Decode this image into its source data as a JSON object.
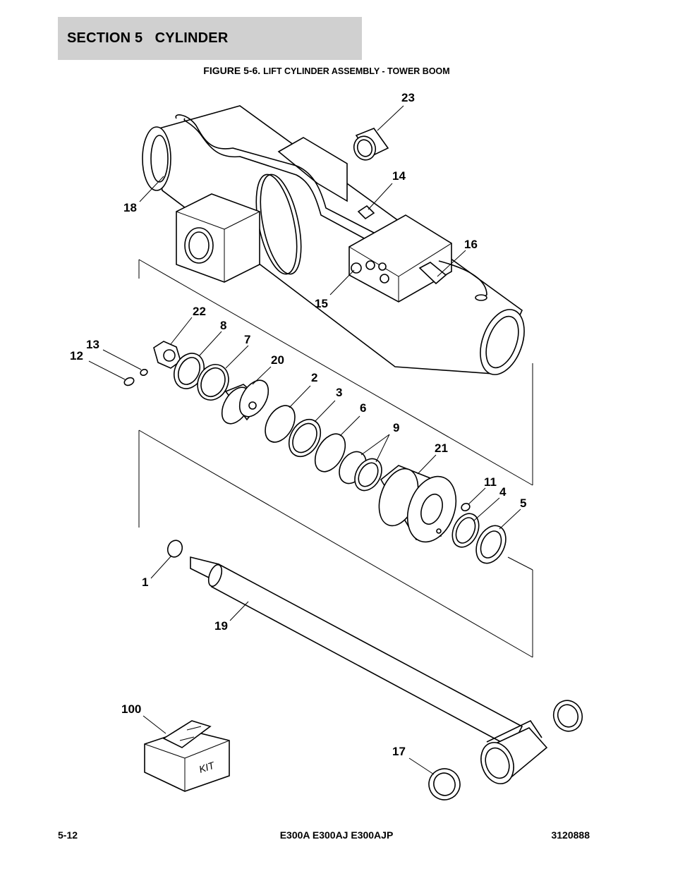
{
  "header": {
    "section_title": "SECTION 5   CYLINDER"
  },
  "figure": {
    "number": "FIGURE 5-6.",
    "title": "LIFT CYLINDER ASSEMBLY - TOWER BOOM"
  },
  "callouts": {
    "c1": "1",
    "c2": "2",
    "c3": "3",
    "c4": "4",
    "c5": "5",
    "c6": "6",
    "c7": "7",
    "c8": "8",
    "c9": "9",
    "c11": "11",
    "c12": "12",
    "c13": "13",
    "c14": "14",
    "c15": "15",
    "c16": "16",
    "c17": "17",
    "c18": "18",
    "c19": "19",
    "c20": "20",
    "c21": "21",
    "c22": "22",
    "c23": "23",
    "c100": "100"
  },
  "kit_label": "KIT",
  "footer": {
    "page_number": "5-12",
    "models": "E300A E300AJ E300AJP",
    "document_number": "3120888"
  }
}
